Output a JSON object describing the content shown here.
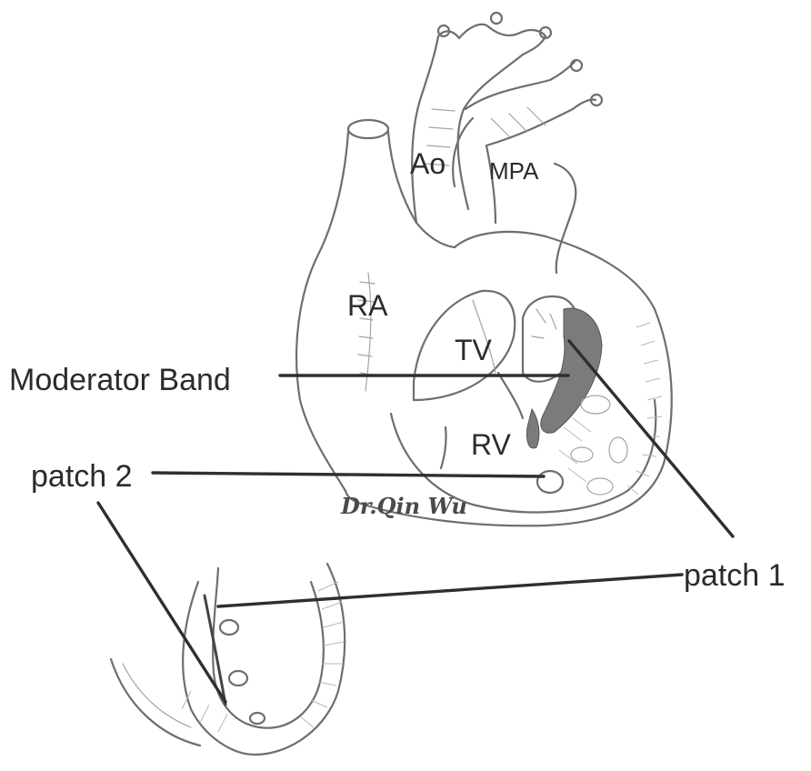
{
  "labels": {
    "ao": "Ao",
    "mpa": "MPA",
    "ra": "RA",
    "tv": "TV",
    "rv": "RV",
    "moderator_band": "Moderator Band",
    "patch_2": "patch 2",
    "patch_1": "patch 1"
  },
  "signature": "Dr.Qin Wu",
  "colors": {
    "pencil": "#6e6e6e",
    "leader": "#2f2f2f",
    "background": "#ffffff"
  }
}
